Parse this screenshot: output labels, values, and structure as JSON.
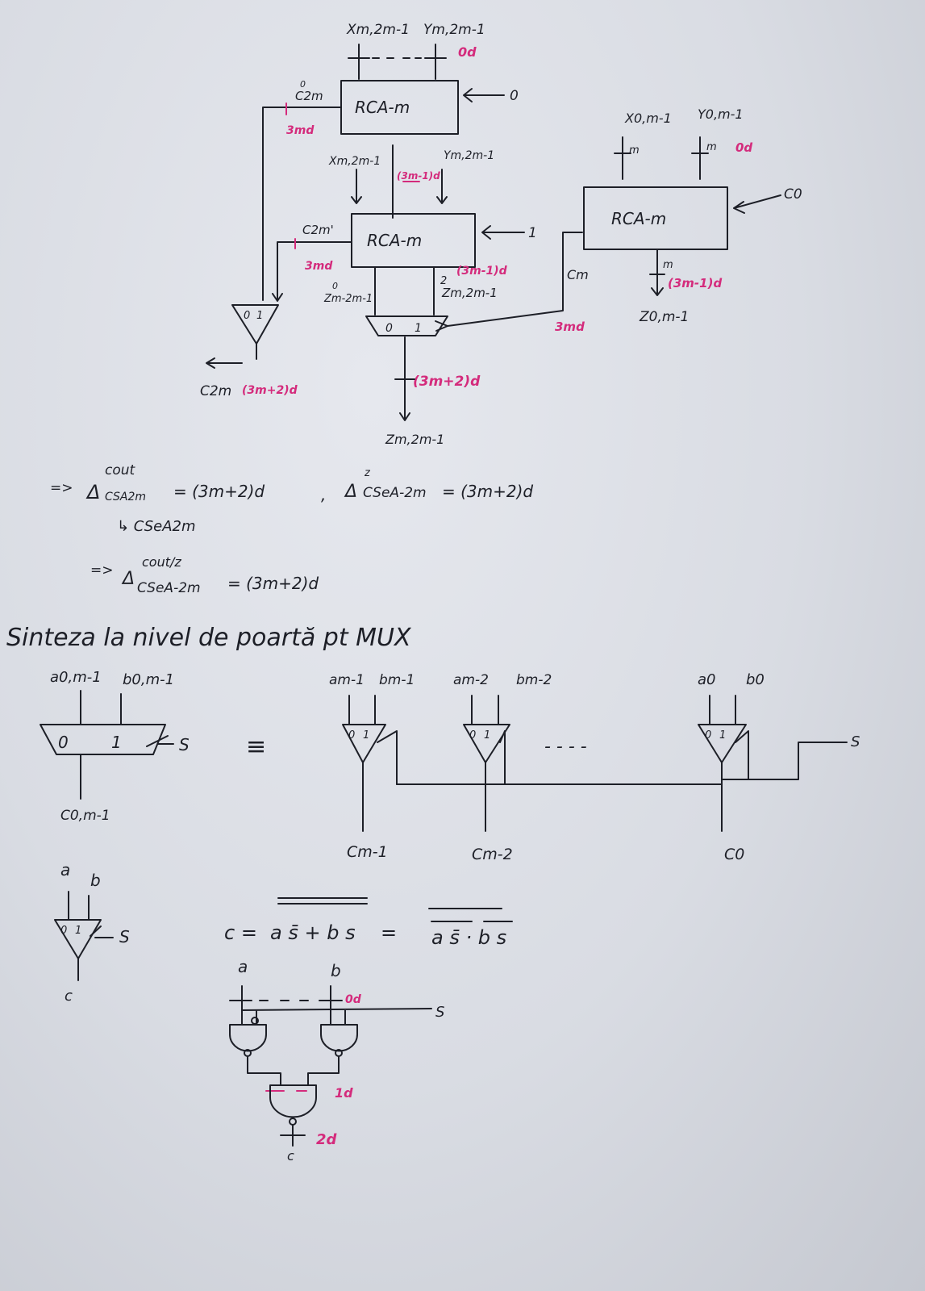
{
  "top_diagram": {
    "inputs_top": [
      "Xm,2m-1",
      "Ym,2m-1"
    ],
    "inputs_top_delay": "0d",
    "rca_upper_label": "RCA-m",
    "rca_upper_cin": "0",
    "rca_upper_cout": "C2m",
    "rca_upper_cout_sup": "0",
    "rca_upper_cout_delay": "3md",
    "inputs_mid": [
      "Xm,2m-1",
      "Ym,2m-1"
    ],
    "inputs_mid_delay": "(3m-1)d",
    "rca_lower_label": "RCA-m",
    "rca_lower_cin": "1",
    "rca_lower_cout": "C2m'",
    "rca_lower_cout_delay": "3md",
    "sum_upper": "Zm-2m-1",
    "sum_upper_sup": "0",
    "sum_lower": "Zm,2m-1",
    "sum_lower_sup": "2",
    "sum_lower_delay": "(3m-1)d",
    "mux_sum_labels": [
      "0",
      "1"
    ],
    "mux_carry_labels": [
      "0",
      "1"
    ],
    "cm_label": "Cm",
    "cm_delay": "3md",
    "c2m_out": "C2m",
    "c2m_delay": "(3m+2)d",
    "z_out_delay": "(3m+2)d",
    "z_out": "Zm,2m-1",
    "rca_right_inputs": [
      "X0,m-1",
      "Y0,m-1"
    ],
    "rca_right_inputs_width": [
      "m",
      "m"
    ],
    "rca_right_inputs_delay": "0d",
    "rca_right_label": "RCA-m",
    "rca_right_cin": "C0",
    "rca_right_out_width": "m",
    "rca_right_out_delay": "(3m-1)d",
    "rca_right_out": "Z0,m-1"
  },
  "equations": {
    "line1_prefix": "=>",
    "line1_delta": "Δ",
    "line1_sup": "cout",
    "line1_sub": "CSA2m",
    "line1_rhs": "= (3m+2)d",
    "line1_sep": ",",
    "line1b_delta": "Δ",
    "line1b_sup": "z",
    "line1b_sub": "CSeA-2m",
    "line1b_rhs": "= (3m+2)d",
    "line2_note": "↳ CSeA2m",
    "line3_prefix": "=>",
    "line3_delta": "Δ",
    "line3_sup": "cout/z",
    "line3_sub": "CSeA-2m",
    "line3_rhs": "= (3m+2)d"
  },
  "section_title": "Sinteza la nivel de poartă pt MUX",
  "mux_bus": {
    "inputs": [
      "a0,m-1",
      "b0,m-1"
    ],
    "labels": [
      "0",
      "1"
    ],
    "select": "S",
    "output": "C0,m-1",
    "equiv": "≡"
  },
  "mux_chain": {
    "cells": [
      {
        "a": "am-1",
        "b": "bm-1",
        "out": "Cm-1"
      },
      {
        "a": "am-2",
        "b": "bm-2",
        "out": "Cm-2"
      },
      {
        "a": "a0",
        "b": "b0",
        "out": "C0"
      }
    ],
    "labels": [
      "0",
      "1"
    ],
    "dots": "- - - -",
    "select": "S"
  },
  "mux_single": {
    "a": "a",
    "b": "b",
    "labels": [
      "0",
      "1"
    ],
    "select": "S",
    "output": "c"
  },
  "formula": {
    "lhs": "c =",
    "expr": "a s̄ + b s",
    "eq": "=",
    "rhs": "a s̄ · b s"
  },
  "gate_circuit": {
    "inputs": [
      "a",
      "b"
    ],
    "input_delay": "0d",
    "select": "S",
    "stage1_delay": "1d",
    "output": "c",
    "output_delay": "2d"
  }
}
